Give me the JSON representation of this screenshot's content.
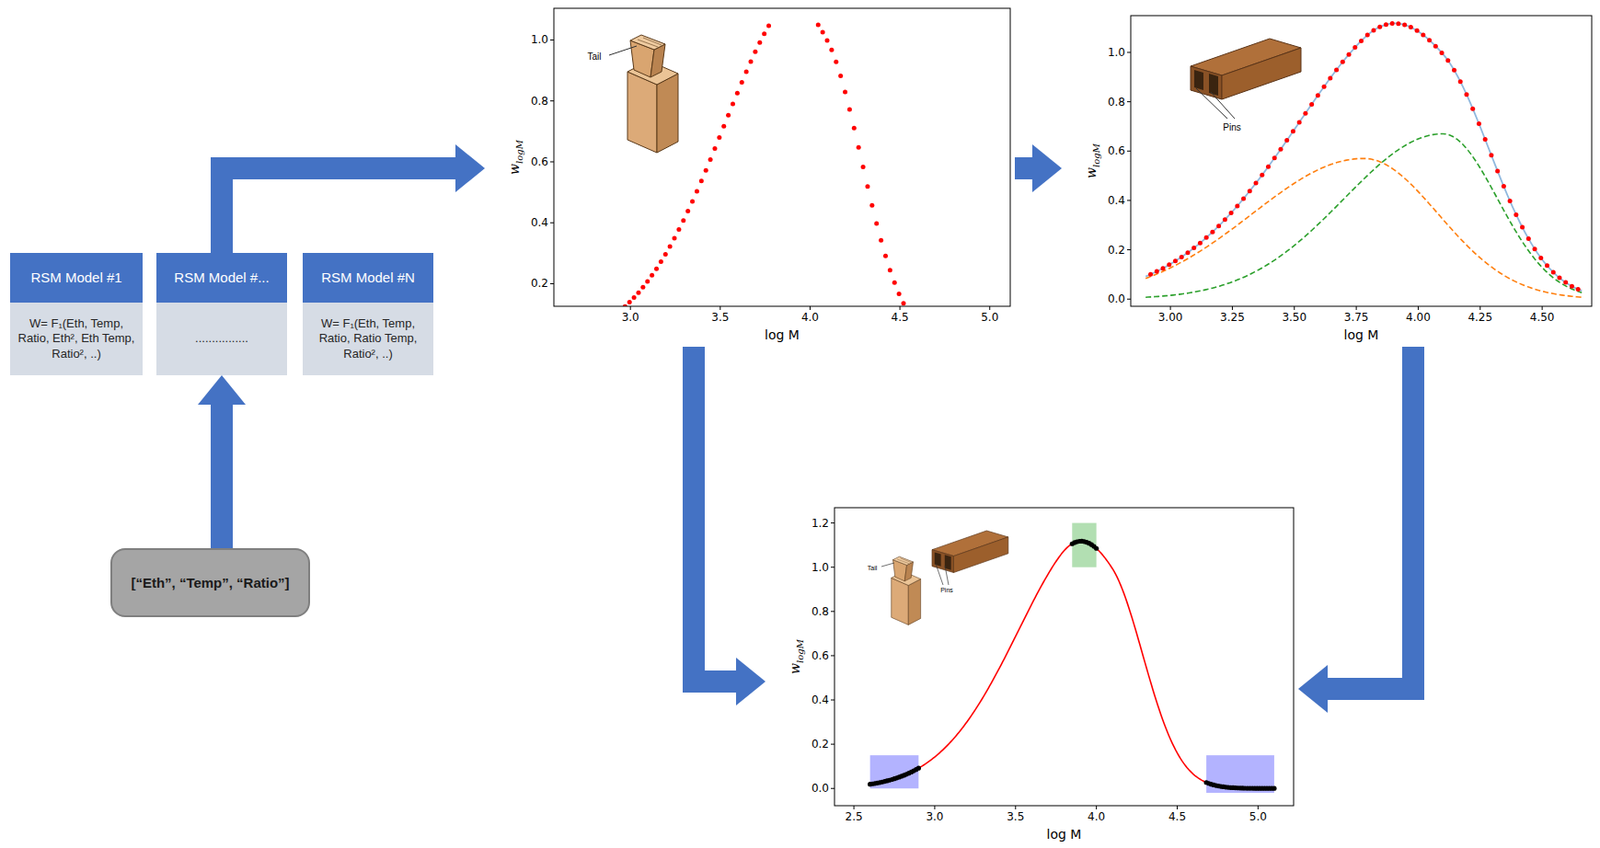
{
  "diagram": {
    "nodes": [
      {
        "text": [
          "RSM Model #1",
          "W= F₁(Eth, Temp, Ratio, Eth², Eth Temp, Ratio², ..)"
        ]
      },
      {
        "text": [
          "RSM Model #...",
          "................"
        ]
      },
      {
        "text": [
          "RSM Model #N",
          "W= F₁(Eth, Temp, Ratio, Ratio Temp, Ratio², ..)"
        ]
      },
      {
        "text": [
          "[“Eth”, “Temp”, “Ratio”]"
        ]
      },
      {
        "text": [
          "1.0",
          "0.8",
          "0.6",
          "0.4",
          "0.2",
          "3.0",
          "3.5",
          "4.0",
          "4.5",
          "5.0",
          "log M",
          "wlogM",
          "Tail"
        ]
      },
      {
        "text": [
          "1.0",
          "0.8",
          "0.6",
          "0.4",
          "0.2",
          "0.0",
          "3.00",
          "3.25",
          "3.50",
          "3.75",
          "4.00",
          "4.25",
          "4.50",
          "log M",
          "wlogM",
          "Pins"
        ]
      },
      {
        "text": [
          "1.2",
          "1.0",
          "0.8",
          "0.6",
          "0.4",
          "0.2",
          "0.0",
          "2.5",
          "3.0",
          "3.5",
          "4.0",
          "4.5",
          "5.0",
          "log M",
          "wlogM",
          "Tail",
          "Pins"
        ]
      }
    ],
    "edges": [
      {
        "from": 3,
        "to": 1,
        "arrow": "to"
      },
      {
        "from": 1,
        "to": 4,
        "arrow": "to"
      },
      {
        "from": 4,
        "to": 5,
        "arrow": "to"
      },
      {
        "from": 4,
        "to": 6,
        "arrow": "to"
      },
      {
        "from": 5,
        "to": 6,
        "arrow": "to"
      }
    ]
  }
}
